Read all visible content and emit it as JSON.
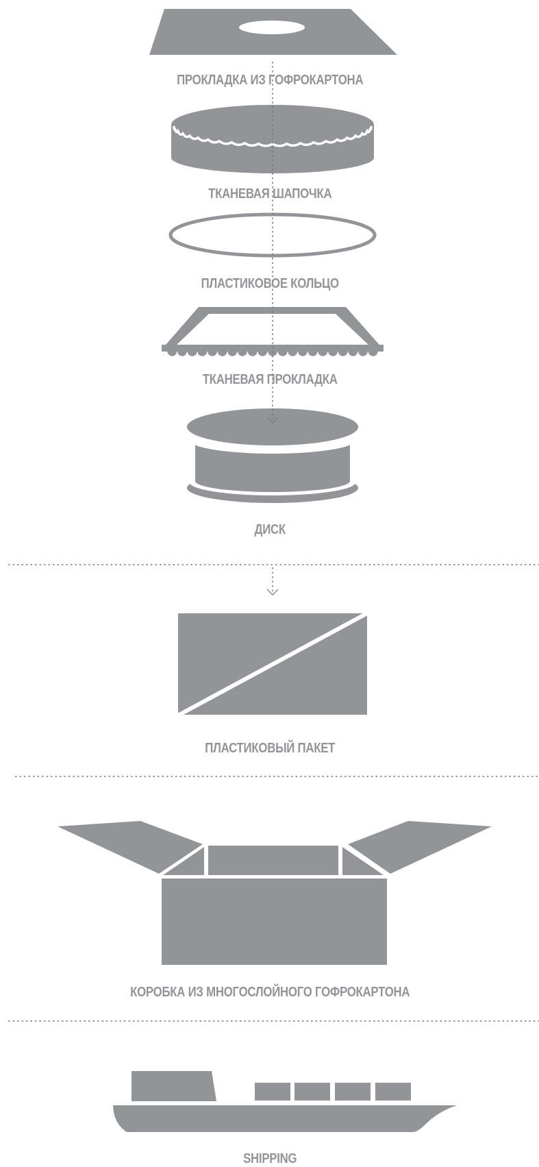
{
  "colors": {
    "shape": "#939497",
    "dotted_line": "#777777",
    "background": "#ffffff"
  },
  "packaging": {
    "cardboard_pad": {
      "label": "ПРОКЛАДКА ИЗ ГОФРОКАРТОНА",
      "icon": "cardboard-pad-icon"
    },
    "fabric_cap": {
      "label": "ТКАНЕВАЯ ШАПОЧКА",
      "icon": "fabric-cap-icon"
    },
    "plastic_ring": {
      "label": "ПЛАСТИКОВОЕ КОЛЬЦО",
      "icon": "plastic-ring-icon"
    },
    "fabric_pad": {
      "label": "ТКАНЕВАЯ ПРОКЛАДКА",
      "icon": "fabric-pad-icon"
    },
    "disc": {
      "label": "ДИСК",
      "icon": "disc-icon"
    },
    "plastic_bag": {
      "label": "ПЛАСТИКОВЫЙ ПАКЕТ",
      "icon": "plastic-bag-icon"
    },
    "box": {
      "label": "КОРОБКА ИЗ МНОГОСЛОЙНОГО ГОФРОКАРТОНА",
      "icon": "open-box-icon"
    },
    "shipping": {
      "label": "SHIPPING",
      "icon": "cargo-ship-icon"
    }
  }
}
